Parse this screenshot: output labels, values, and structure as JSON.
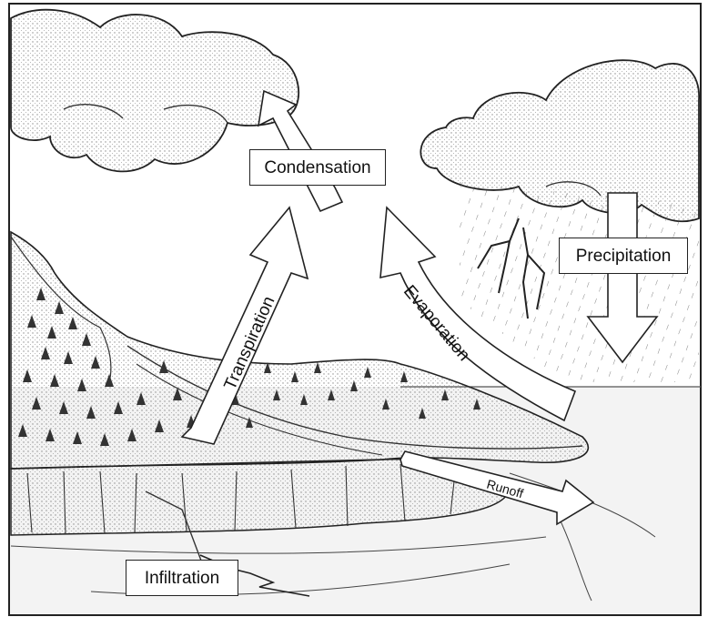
{
  "diagram": {
    "labels": {
      "condensation": "Condensation",
      "precipitation": "Precipitation",
      "transpiration": "Transpiration",
      "evaporation": "Evaporation",
      "runoff": "Runoff",
      "infiltration": "Infiltration"
    },
    "colors": {
      "ink": "#222222",
      "paper": "#ffffff",
      "stipple": "#9a9a9a",
      "water": "#f4f4f4"
    }
  }
}
